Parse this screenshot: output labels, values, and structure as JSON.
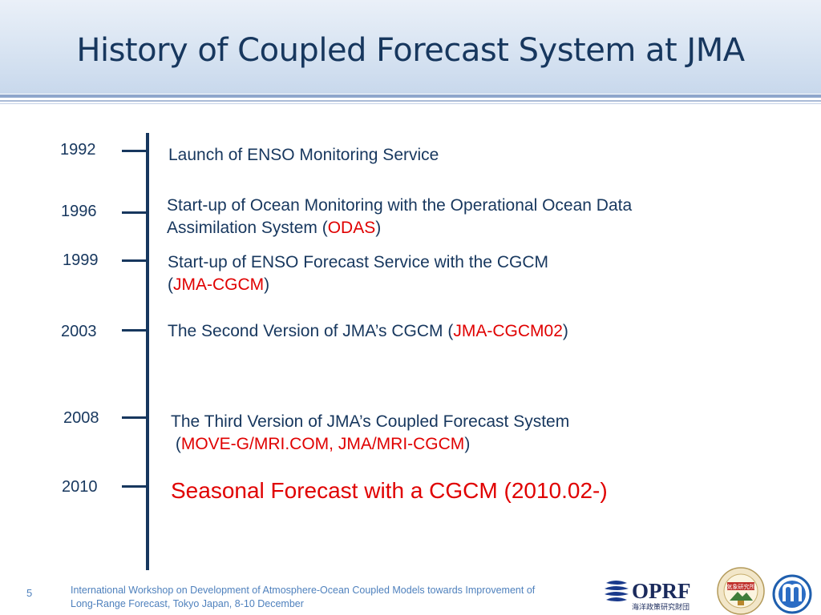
{
  "slide": {
    "title": "History of Coupled Forecast System at JMA",
    "page_number": "5"
  },
  "timeline": [
    {
      "year": "1992",
      "text": "Launch of ENSO Monitoring Service"
    },
    {
      "year": "1996",
      "line1": "Start-up of Ocean Monitoring with the Operational Ocean Data",
      "line2_pre": "Assimilation System (",
      "line2_red": "ODAS",
      "line2_post": ")"
    },
    {
      "year": "1999",
      "line1": "Start-up of ENSO Forecast Service with the CGCM",
      "line2_pre": "(",
      "line2_red": "JMA-CGCM",
      "line2_post": ")"
    },
    {
      "year": "2003",
      "pre": "The Second Version of JMA’s CGCM (",
      "red": "JMA-CGCM02",
      "post": ")"
    },
    {
      "year": "2008",
      "line1": "The Third Version of JMA’s Coupled Forecast System",
      "line2_pre": " (",
      "line2_red": "MOVE-G/MRI.COM, JMA/MRI-CGCM",
      "line2_post": ")"
    },
    {
      "year": "2010",
      "text": "Seasonal Forecast with a CGCM (2010.02-)"
    }
  ],
  "footer": {
    "line1": "International Workshop on Development of Atmosphere-Ocean Coupled Models towards Improvement of",
    "line2": "Long-Range Forecast, Tokyo Japan, 8-10 December"
  },
  "logos": {
    "oprf_text": "OPRF",
    "oprf_sub": "海洋政策研究財団",
    "mri_text": "気象研究所"
  },
  "colors": {
    "title": "#17375e",
    "body_text": "#17375e",
    "highlight": "#e00000",
    "footer": "#4f81bd"
  }
}
